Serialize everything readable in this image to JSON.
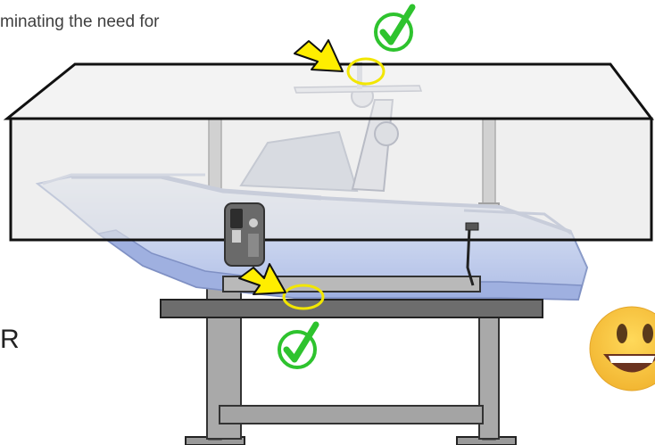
{
  "slide": {
    "caption_fragment": "minating the need for",
    "side_letter": "R"
  },
  "icons": {
    "checkmark_top": "green-checkmark-icon",
    "checkmark_bottom": "green-checkmark-icon",
    "arrow_top": "yellow-arrow-icon",
    "arrow_bottom": "yellow-arrow-icon",
    "emoji": "smiling-face-emoji"
  },
  "colors": {
    "check_green": "#2ec32e",
    "arrow_yellow": "#ffee00",
    "highlight_yellow": "#f2e600",
    "canopy_fill": "#eaeaea",
    "frame_gray": "#a8a8a8",
    "beam_dark": "#6e6e6e",
    "emoji_yellow": "#f7c23e"
  }
}
